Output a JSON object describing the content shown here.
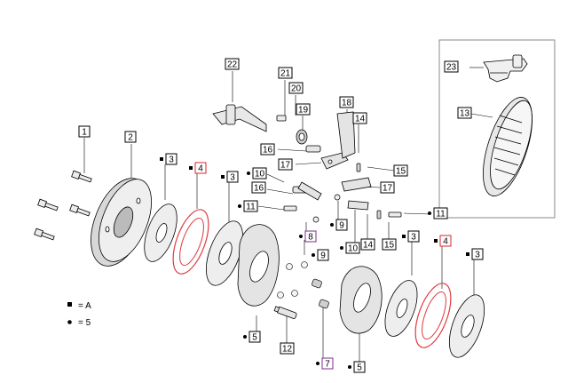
{
  "callouts": [
    {
      "id": "c1",
      "text": "1",
      "kind": "box",
      "color": "#000000"
    },
    {
      "id": "c2",
      "text": "2",
      "kind": "box",
      "color": "#000000"
    },
    {
      "id": "c3a",
      "text": "3",
      "kind": "marker-box",
      "marker": "square",
      "color": "#000000"
    },
    {
      "id": "c4a",
      "text": "4",
      "kind": "marker-box",
      "marker": "square",
      "color": "#d9262b"
    },
    {
      "id": "c3b",
      "text": "3",
      "kind": "marker-box",
      "marker": "square",
      "color": "#000000"
    },
    {
      "id": "c10a",
      "text": "10",
      "kind": "marker-box",
      "marker": "dot",
      "color": "#000000"
    },
    {
      "id": "c16a",
      "text": "16",
      "kind": "box",
      "color": "#000000"
    },
    {
      "id": "c11a",
      "text": "11",
      "kind": "marker-box",
      "marker": "dot",
      "color": "#000000"
    },
    {
      "id": "c22",
      "text": "22",
      "kind": "box",
      "color": "#000000"
    },
    {
      "id": "c21",
      "text": "21",
      "kind": "box",
      "color": "#000000"
    },
    {
      "id": "c20",
      "text": "20",
      "kind": "box",
      "color": "#000000"
    },
    {
      "id": "c19",
      "text": "19",
      "kind": "box",
      "color": "#000000"
    },
    {
      "id": "c16b",
      "text": "16",
      "kind": "box",
      "color": "#000000"
    },
    {
      "id": "c17a",
      "text": "17",
      "kind": "box",
      "color": "#000000"
    },
    {
      "id": "c18",
      "text": "18",
      "kind": "box",
      "color": "#000000"
    },
    {
      "id": "c14a",
      "text": "14",
      "kind": "box",
      "color": "#000000"
    },
    {
      "id": "c15a",
      "text": "15",
      "kind": "box",
      "color": "#000000"
    },
    {
      "id": "c17b",
      "text": "17",
      "kind": "box",
      "color": "#000000"
    },
    {
      "id": "c9a",
      "text": "9",
      "kind": "marker-box",
      "marker": "dot",
      "color": "#000000"
    },
    {
      "id": "c8",
      "text": "8",
      "kind": "marker-box",
      "marker": "dot",
      "color": "#7b2d8e"
    },
    {
      "id": "c9b",
      "text": "9",
      "kind": "marker-box",
      "marker": "dot",
      "color": "#000000"
    },
    {
      "id": "c10b",
      "text": "10",
      "kind": "marker-box",
      "marker": "dot",
      "color": "#000000"
    },
    {
      "id": "c14b",
      "text": "14",
      "kind": "box",
      "color": "#000000"
    },
    {
      "id": "c15b",
      "text": "15",
      "kind": "box",
      "color": "#000000"
    },
    {
      "id": "c11b",
      "text": "11",
      "kind": "marker-box",
      "marker": "dot",
      "color": "#000000"
    },
    {
      "id": "c3c",
      "text": "3",
      "kind": "marker-box",
      "marker": "square",
      "color": "#000000"
    },
    {
      "id": "c4b",
      "text": "4",
      "kind": "marker-box",
      "marker": "square",
      "color": "#d9262b"
    },
    {
      "id": "c3d",
      "text": "3",
      "kind": "marker-box",
      "marker": "square",
      "color": "#000000"
    },
    {
      "id": "c5a",
      "text": "5",
      "kind": "marker-box",
      "marker": "dot",
      "color": "#000000"
    },
    {
      "id": "c12",
      "text": "12",
      "kind": "box",
      "color": "#000000"
    },
    {
      "id": "c7",
      "text": "7",
      "kind": "marker-box",
      "marker": "dot",
      "color": "#7b2d8e"
    },
    {
      "id": "c5b",
      "text": "5",
      "kind": "marker-box",
      "marker": "dot",
      "color": "#000000"
    },
    {
      "id": "c23",
      "text": "23",
      "kind": "box",
      "color": "#000000"
    },
    {
      "id": "c13",
      "text": "13",
      "kind": "box",
      "color": "#000000"
    }
  ],
  "legend": [
    {
      "marker": "square",
      "text": "= A"
    },
    {
      "marker": "dot",
      "text": "= 5"
    }
  ],
  "colors": {
    "line": "#000000",
    "part_fill": "#f2f2f2",
    "part_shade": "#d8d8d8",
    "red_gasket": "#e0393e",
    "purple_callout": "#7b2d8e",
    "inset_border": "#888888"
  }
}
